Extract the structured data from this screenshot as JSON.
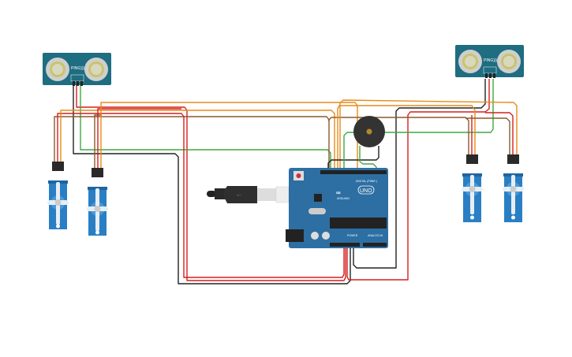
{
  "board": {
    "model_label": "UNO",
    "brand_label": "ARDUINO",
    "digital_label": "DIGITAL (PWM~)",
    "power_label": "POWER",
    "analog_label": "ANALOG IN",
    "color": "#2d6fa3"
  },
  "sensors": [
    {
      "label": "PING)))"
    },
    {
      "label": "PING)))"
    }
  ],
  "colors": {
    "wire_black": "#222222",
    "wire_red": "#d61f1f",
    "wire_green": "#3fa83f",
    "wire_orange": "#e88a1a",
    "wire_brown": "#8a5a2b",
    "servo": "#2a7fc4",
    "sensor": "#1e6d80",
    "buzzer": "#333333"
  }
}
